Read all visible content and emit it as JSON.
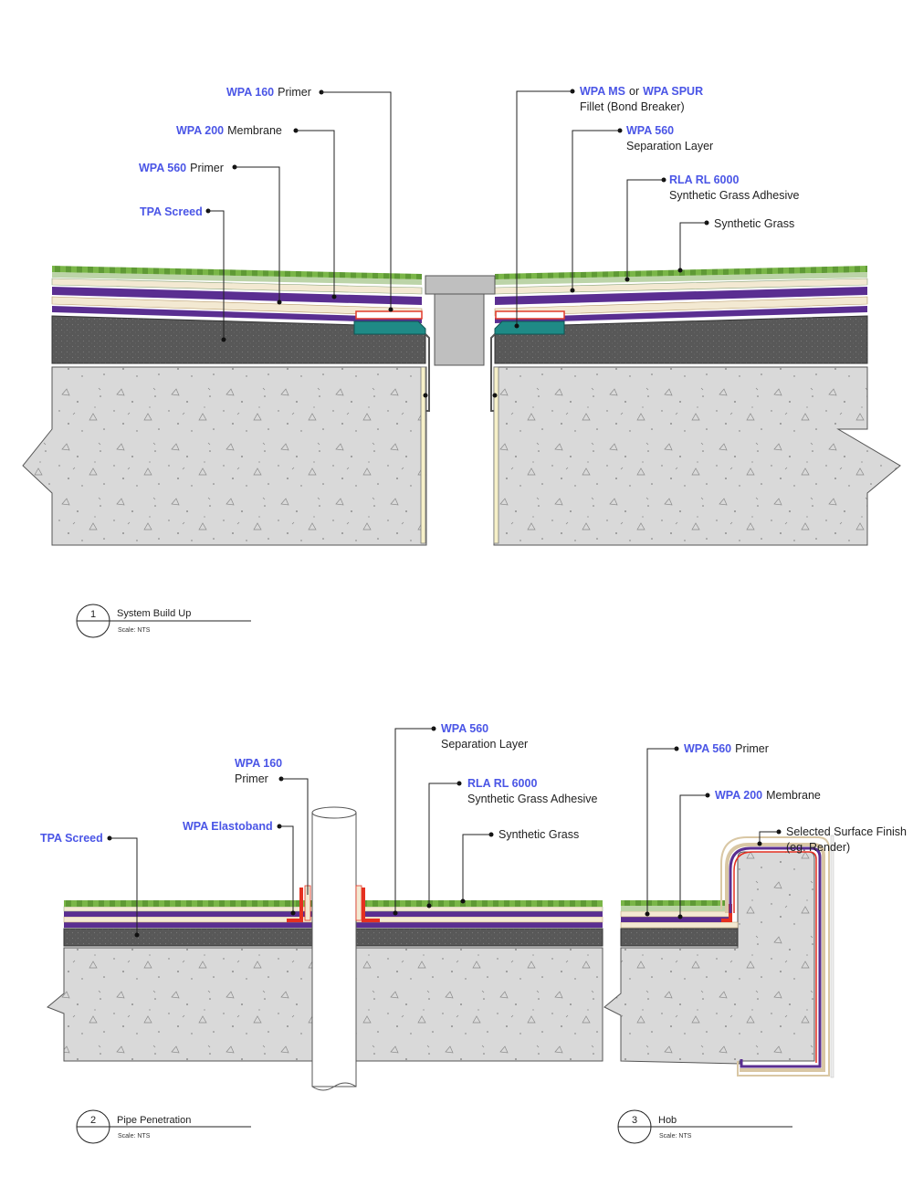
{
  "colors": {
    "product": "#4a55e6",
    "grass": "#7ab648",
    "grass_dark": "#4f8a2e",
    "membrane": "#5a2e91",
    "primer_band": "#f3e9d2",
    "separation": "#d9c7a4",
    "screed": "#555555",
    "concrete": "#d9d9d9",
    "fillet": "#1f8a86",
    "bond_breaker": "#e23a2a",
    "elastoband": "#e53020",
    "expansion_cap": "#bfbfbf"
  },
  "detail1": {
    "labels": {
      "wpa160": {
        "product": "WPA 160",
        "text": "Primer"
      },
      "wpa200": {
        "product": "WPA 200",
        "text": "Membrane"
      },
      "wpa560p": {
        "product": "WPA 560",
        "text": "Primer"
      },
      "tpa": {
        "product": "TPA Screed"
      },
      "fillet": {
        "product1": "WPA MS",
        "or": "or",
        "product2": "WPA SPUR",
        "line2": "Fillet (Bond Breaker)"
      },
      "sep": {
        "product": "WPA 560",
        "line2": "Separation Layer"
      },
      "adh": {
        "product": "RLA RL 6000",
        "line2": "Synthetic Grass Adhesive"
      },
      "grass": {
        "text": "Synthetic Grass"
      }
    },
    "title": {
      "num": "1",
      "name": "System Build Up",
      "scale": "Scale:  NTS"
    }
  },
  "detail2": {
    "labels": {
      "wpa160": {
        "product": "WPA 160",
        "line2": "Primer"
      },
      "elasto": {
        "product": "WPA Elastoband"
      },
      "tpa": {
        "product": "TPA Screed"
      },
      "sep": {
        "product": "WPA 560",
        "line2": "Separation Layer"
      },
      "adh": {
        "product": "RLA RL 6000",
        "line2": "Synthetic Grass Adhesive"
      },
      "grass": {
        "text": "Synthetic Grass"
      }
    },
    "title": {
      "num": "2",
      "name": "Pipe Penetration",
      "scale": "Scale:  NTS"
    }
  },
  "detail3": {
    "labels": {
      "wpa560p": {
        "product": "WPA 560",
        "text": "Primer"
      },
      "wpa200": {
        "product": "WPA 200",
        "text": "Membrane"
      },
      "finish": {
        "line1": "Selected Surface Finish",
        "line2": "(eg. Render)"
      }
    },
    "title": {
      "num": "3",
      "name": "Hob",
      "scale": "Scale:  NTS"
    }
  }
}
